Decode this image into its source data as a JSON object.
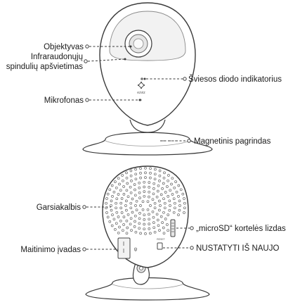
{
  "brand": {
    "logo_text": "ezviz"
  },
  "front_view": {
    "labels": {
      "lens": "Objektyvas",
      "ir_line1": "Infraraudonųjų",
      "ir_line2": "spindulių apšvietimas",
      "led": "Šviesos diodo indikatorius",
      "microphone": "Mikrofonas",
      "base": "Magnetinis pagrindas"
    }
  },
  "back_view": {
    "labels": {
      "speaker": "Garsiakalbis",
      "sd_slot": "„microSD“ kortelės lizdas",
      "power": "Maitinimo įvadas",
      "reset": "NUSTATYTI IŠ NAUJO"
    }
  },
  "colors": {
    "line": "#3a3a3a",
    "body_fill": "#ffffff",
    "shade": "#d9d9d9"
  }
}
